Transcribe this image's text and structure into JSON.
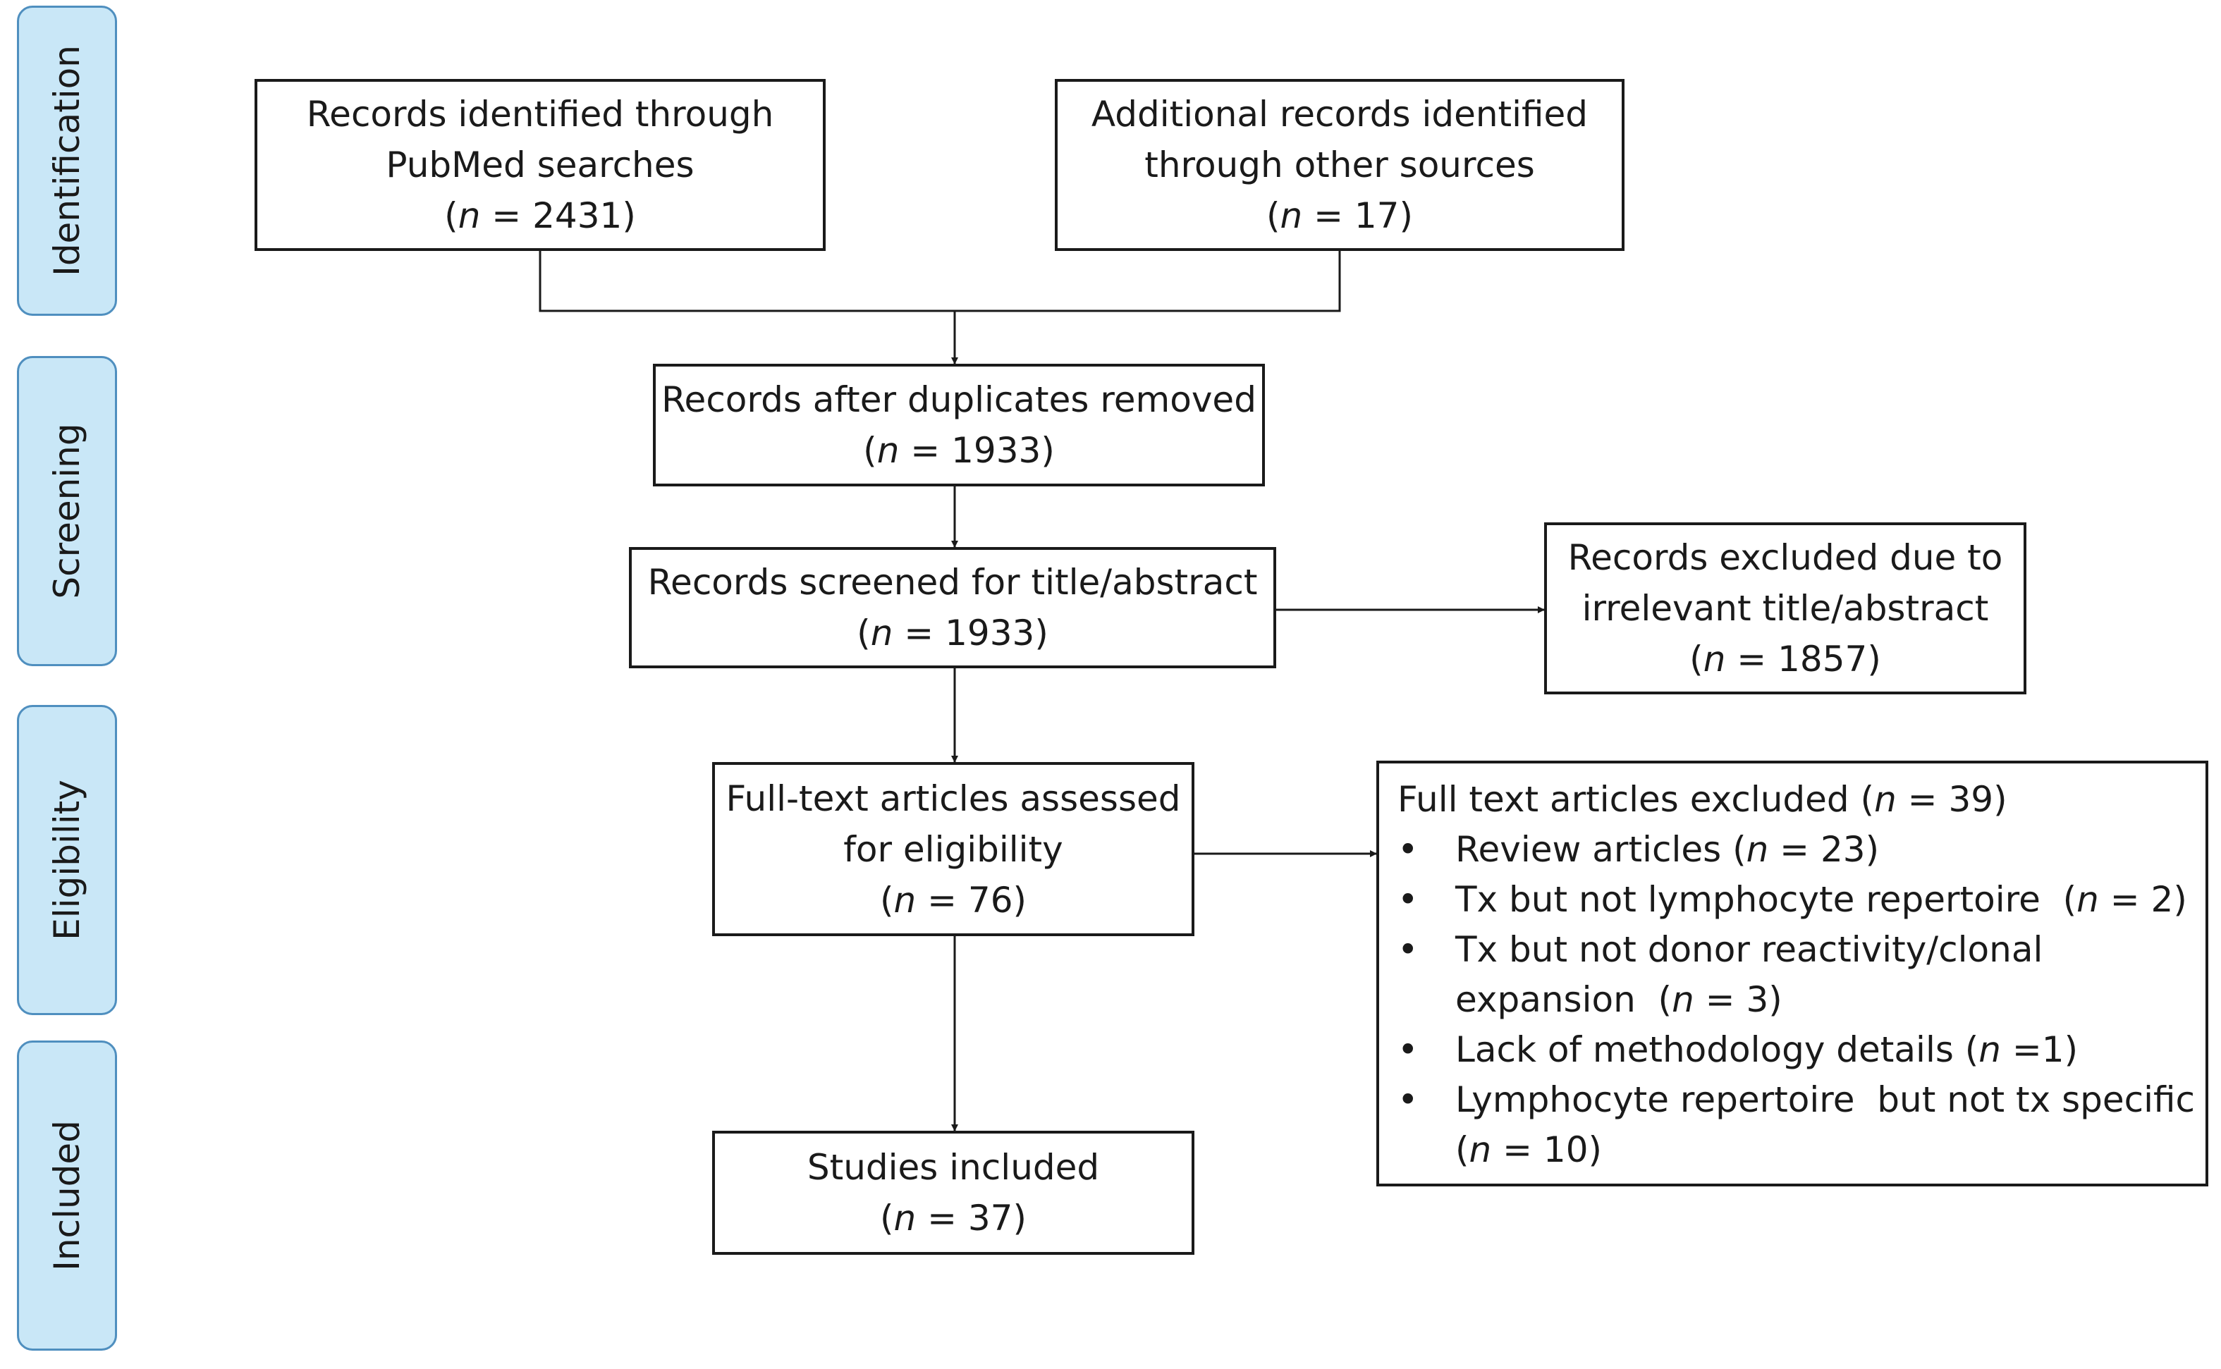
{
  "stages": [
    {
      "id": "identification",
      "label": "Identification"
    },
    {
      "id": "screening",
      "label": "Screening"
    },
    {
      "id": "eligibility",
      "label": "Eligibility"
    },
    {
      "id": "included",
      "label": "Included"
    }
  ],
  "boxes": {
    "pubmed": {
      "line1": "Records identified through",
      "line2": "PubMed searches",
      "n_prefix": "(",
      "n_symbol": "n",
      "n_value": " = 2431)"
    },
    "other": {
      "line1": "Additional records identified",
      "line2": "through other sources",
      "n_prefix": "(",
      "n_symbol": "n",
      "n_value": " = 17)"
    },
    "dedup": {
      "line1": "Records after duplicates removed",
      "n_prefix": "(",
      "n_symbol": "n",
      "n_value": " = 1933)"
    },
    "screened": {
      "line1": "Records screened for title/abstract",
      "n_prefix": "(",
      "n_symbol": "n",
      "n_value": " = 1933)"
    },
    "excluded_title": {
      "line1": "Records excluded due to",
      "line2": "irrelevant title/abstract",
      "n_prefix": "(",
      "n_symbol": "n",
      "n_value": " = 1857)"
    },
    "fulltext": {
      "line1": "Full-text articles assessed",
      "line2": "for eligibility",
      "n_prefix": "(",
      "n_symbol": "n",
      "n_value": " = 76)"
    },
    "included": {
      "line1": "Studies included",
      "n_prefix": "(",
      "n_symbol": "n",
      "n_value": " = 37)"
    }
  },
  "fulltext_excluded": {
    "head_text": "Full text articles excluded (",
    "head_symbol": "n",
    "head_value": " = 39)",
    "bullet_glyph": "•",
    "items": [
      {
        "text": "Review articles (",
        "symbol": "n",
        "value": " = 23)"
      },
      {
        "text": "Tx but not lymphocyte repertoire  (",
        "symbol": "n",
        "value": " = 2)"
      },
      {
        "text": "Tx but not donor reactivity/clonal",
        "text2": "expansion  (",
        "symbol": "n",
        "value": " = 3)"
      },
      {
        "text": "Lack of methodology details (",
        "symbol": "n",
        "value": " =1)"
      },
      {
        "text": "Lymphocyte repertoire  but not tx specific",
        "text2": "(",
        "symbol": "n",
        "value": " = 10)"
      }
    ]
  }
}
